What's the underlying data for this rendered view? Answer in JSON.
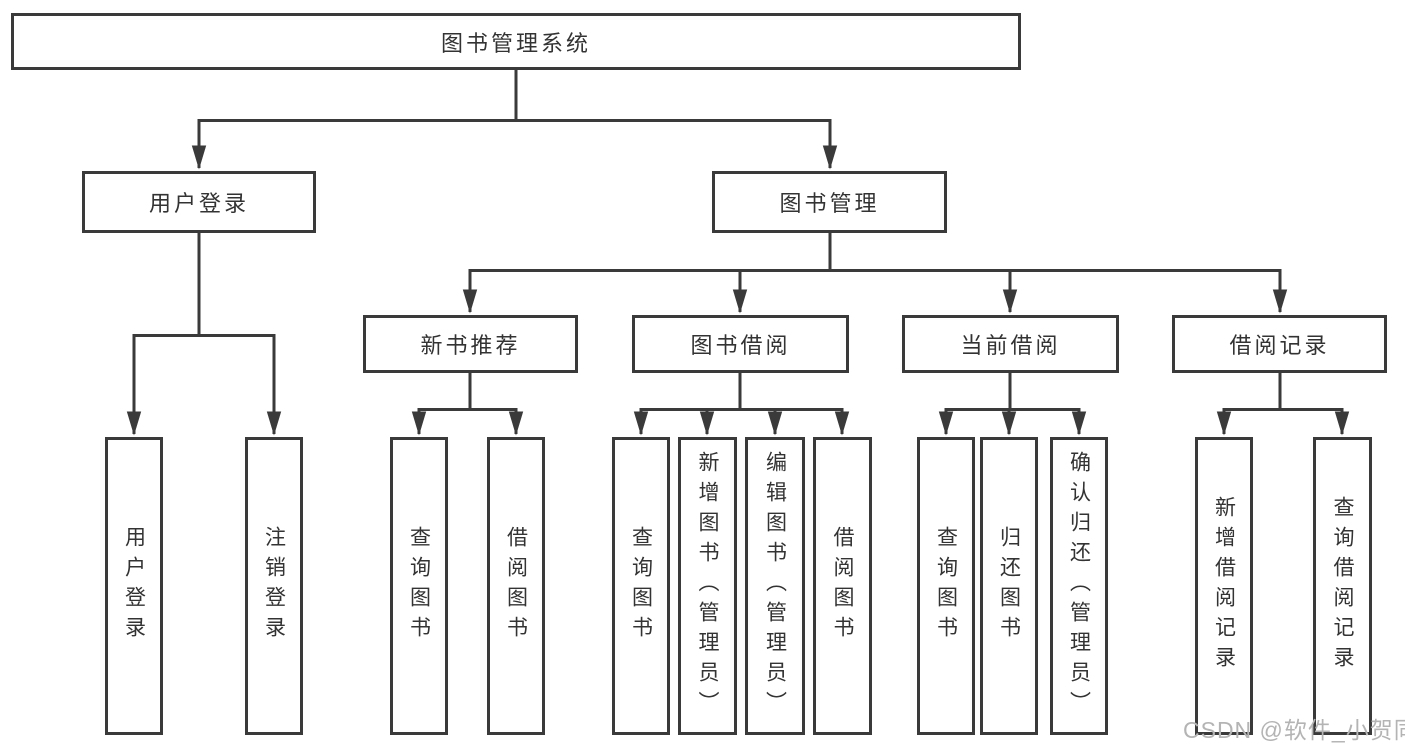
{
  "title": "图书管理系统",
  "watermark": "CSDN @软件_小贺同学",
  "colors": {
    "line": "#3a3a3a",
    "box_border": "#3a3a3a",
    "box_background": "#ffffff",
    "text": "#333333",
    "watermark": "#b4b4b4"
  },
  "hierarchy": {
    "label": "图书管理系统",
    "children": [
      {
        "label": "用户登录",
        "children": [
          {
            "label": "用户登录"
          },
          {
            "label": "注销登录"
          }
        ]
      },
      {
        "label": "图书管理",
        "children": [
          {
            "label": "新书推荐",
            "children": [
              {
                "label": "查询图书"
              },
              {
                "label": "借阅图书"
              }
            ]
          },
          {
            "label": "图书借阅",
            "children": [
              {
                "label": "查询图书"
              },
              {
                "label": "新增图书（管理员）"
              },
              {
                "label": "编辑图书（管理员）"
              },
              {
                "label": "借阅图书"
              }
            ]
          },
          {
            "label": "当前借阅",
            "children": [
              {
                "label": "查询图书"
              },
              {
                "label": "归还图书"
              },
              {
                "label": "确认归还（管理员）"
              }
            ]
          },
          {
            "label": "借阅记录",
            "children": [
              {
                "label": "新增借阅记录"
              },
              {
                "label": "查询借阅记录"
              }
            ]
          }
        ]
      }
    ]
  }
}
